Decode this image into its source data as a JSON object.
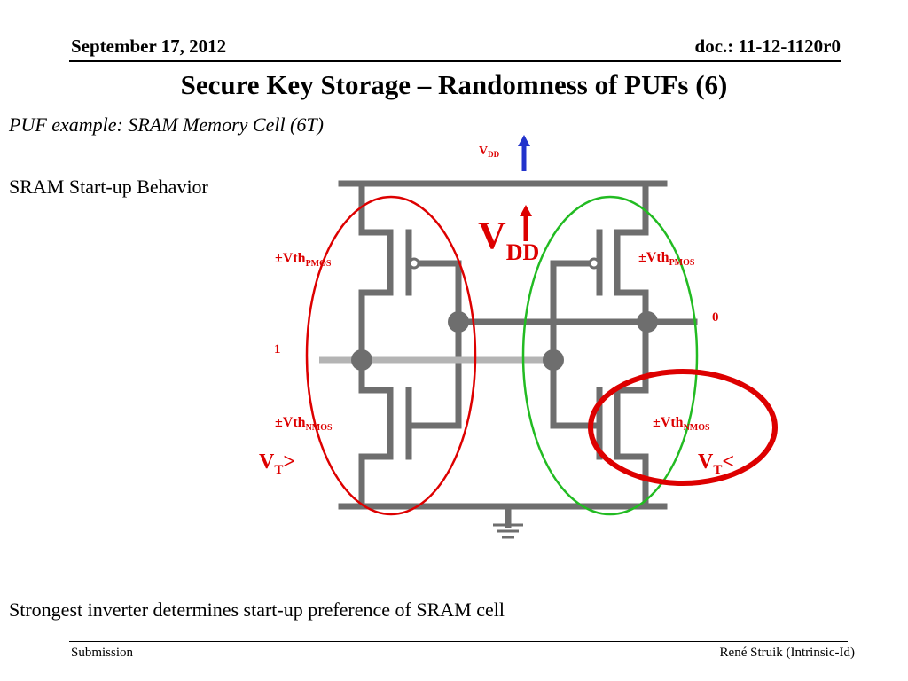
{
  "header": {
    "date": "September 17, 2012",
    "doc": "doc.: 11-12-1120r0"
  },
  "title": "Secure Key Storage – Randomness of PUFs (6)",
  "subtitle": "PUF example: SRAM Memory Cell (6T)",
  "section_heading": "SRAM Start-up Behavior",
  "conclusion": "Strongest inverter determines start-up preference of SRAM cell",
  "footer": {
    "left": "Submission",
    "right": "René Struik (Intrinsic-Id)"
  },
  "diagram": {
    "vdd_small": {
      "main": "V",
      "sub": "DD"
    },
    "vdd_large": {
      "main": "V",
      "sub": "DD"
    },
    "left_pmos": {
      "main": "±Vth",
      "sub": "PMOS"
    },
    "right_pmos": {
      "main": "±Vth",
      "sub": "PMOS"
    },
    "left_nmos": {
      "main": "±Vth",
      "sub": "NMOS"
    },
    "right_nmos": {
      "main": "±Vth",
      "sub": "NMOS"
    },
    "node_left_value": "1",
    "node_right_value": "0",
    "vt_left": {
      "main": "V",
      "sub": "T",
      "suffix": ">"
    },
    "vt_right": {
      "main": "V",
      "sub": "T",
      "suffix": "<"
    },
    "colors": {
      "wire": "#6e6e6e",
      "light_wire": "#b4b4b4",
      "highlight_red": "#dd0000",
      "highlight_green": "#22bb22",
      "arrow_blue": "#2233cc"
    }
  }
}
